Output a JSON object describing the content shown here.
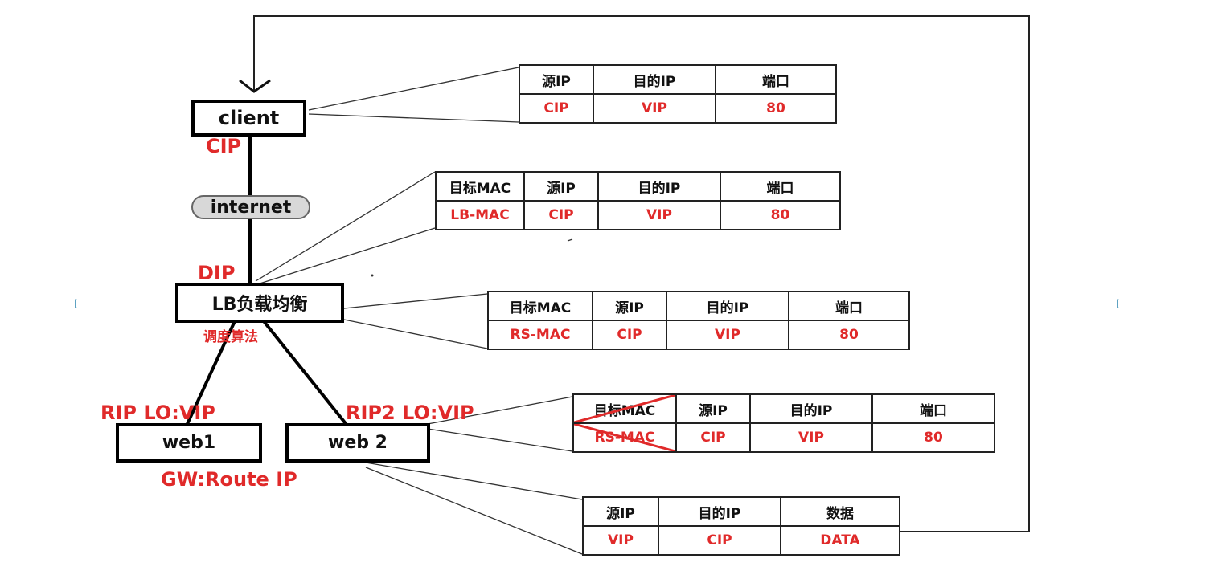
{
  "nodes": {
    "client": "client",
    "internet": "internet",
    "lb": "LB负载均衡",
    "web1": "web1",
    "web2": "web 2"
  },
  "labels": {
    "cip": "CIP",
    "dip": "DIP",
    "scheduler": "调度算法",
    "web1_addr": "RIP LO:VIP",
    "web2_addr": "RIP2 LO:VIP",
    "gateway": "GW:Route IP"
  },
  "packets": {
    "p1": {
      "headers": [
        "源IP",
        "目的IP",
        "端口"
      ],
      "values": [
        "CIP",
        "VIP",
        "80"
      ]
    },
    "p2": {
      "headers": [
        "目标MAC",
        "源IP",
        "目的IP",
        "端口"
      ],
      "values": [
        "LB-MAC",
        "CIP",
        "VIP",
        "80"
      ]
    },
    "p3": {
      "headers": [
        "目标MAC",
        "源IP",
        "目的IP",
        "端口"
      ],
      "values": [
        "RS-MAC",
        "CIP",
        "VIP",
        "80"
      ]
    },
    "p4": {
      "headers": [
        "目标MAC",
        "源IP",
        "目的IP",
        "端口"
      ],
      "values": [
        "RS-MAC",
        "CIP",
        "VIP",
        "80"
      ]
    },
    "p5": {
      "headers": [
        "源IP",
        "目的IP",
        "数据"
      ],
      "values": [
        "VIP",
        "CIP",
        "DATA"
      ]
    }
  },
  "colors": {
    "label_red": "#e02a2a",
    "line": "#000000",
    "cloud": "#d8d8d8"
  }
}
